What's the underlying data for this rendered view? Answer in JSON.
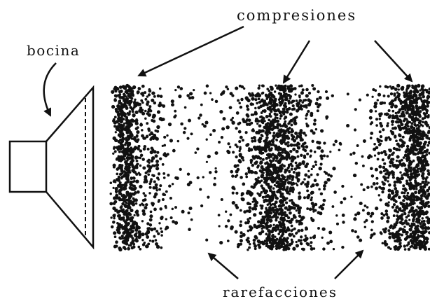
{
  "diagram": {
    "labels": {
      "speaker": "bocina",
      "compressions": "compresiones",
      "rarefactions": "rarefacciones"
    },
    "ink_color": "#111111",
    "background": "#ffffff",
    "compression_band_count": 3,
    "rarefaction_zone_count": 2
  }
}
